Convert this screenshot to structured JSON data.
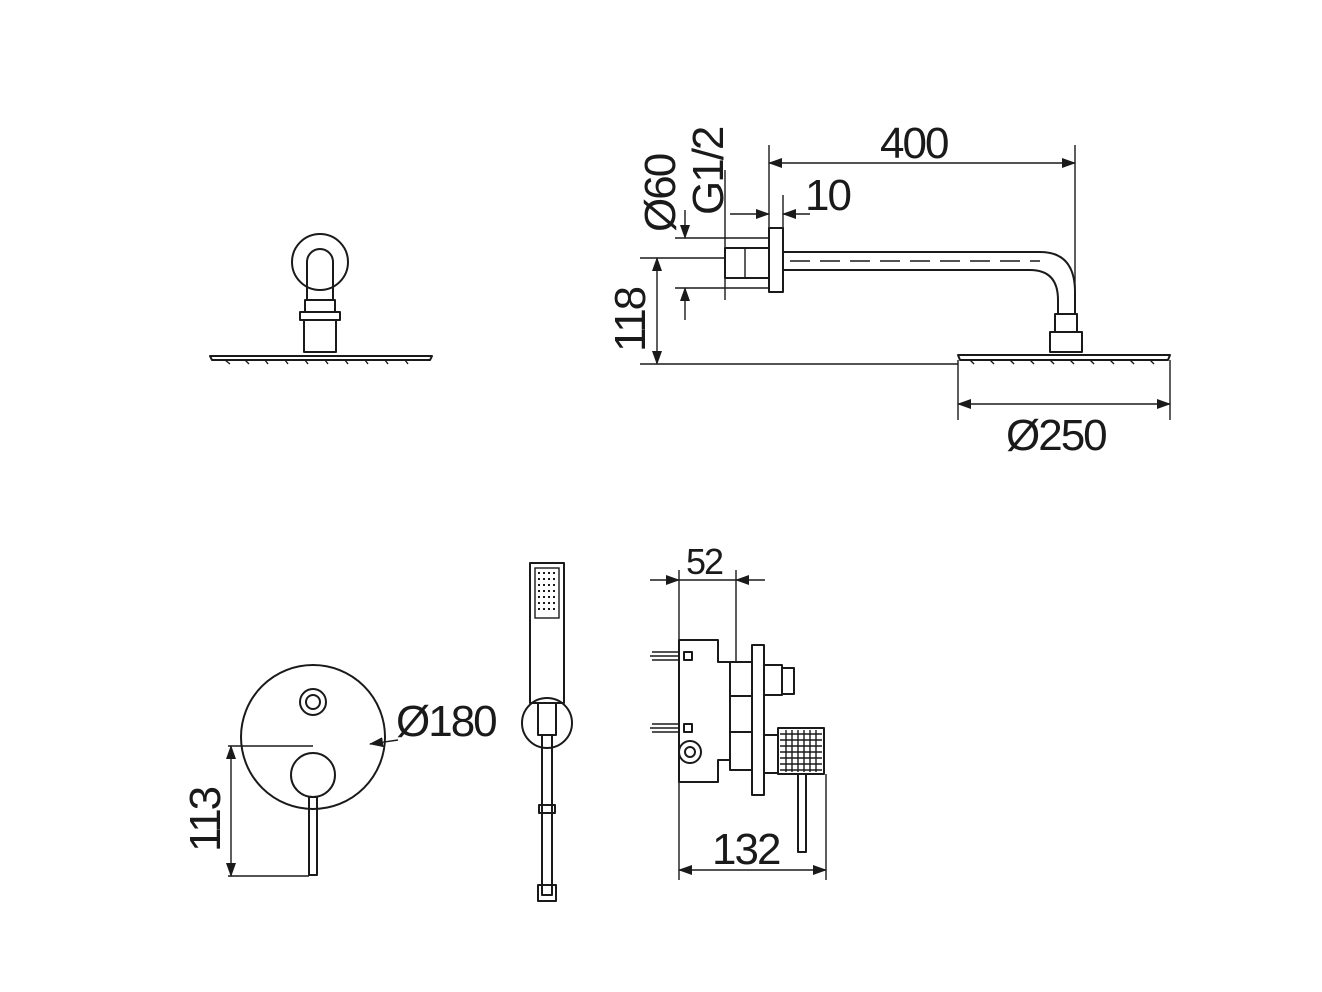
{
  "dimensions": {
    "arm_length": "400",
    "flange_diameter": "Ø60",
    "thread": "G1/2",
    "wall_offset": "10",
    "height_drop": "118",
    "head_diameter": "Ø250",
    "depth": "52",
    "plate_diameter": "Ø180",
    "lever_height": "113",
    "body_length": "132"
  }
}
